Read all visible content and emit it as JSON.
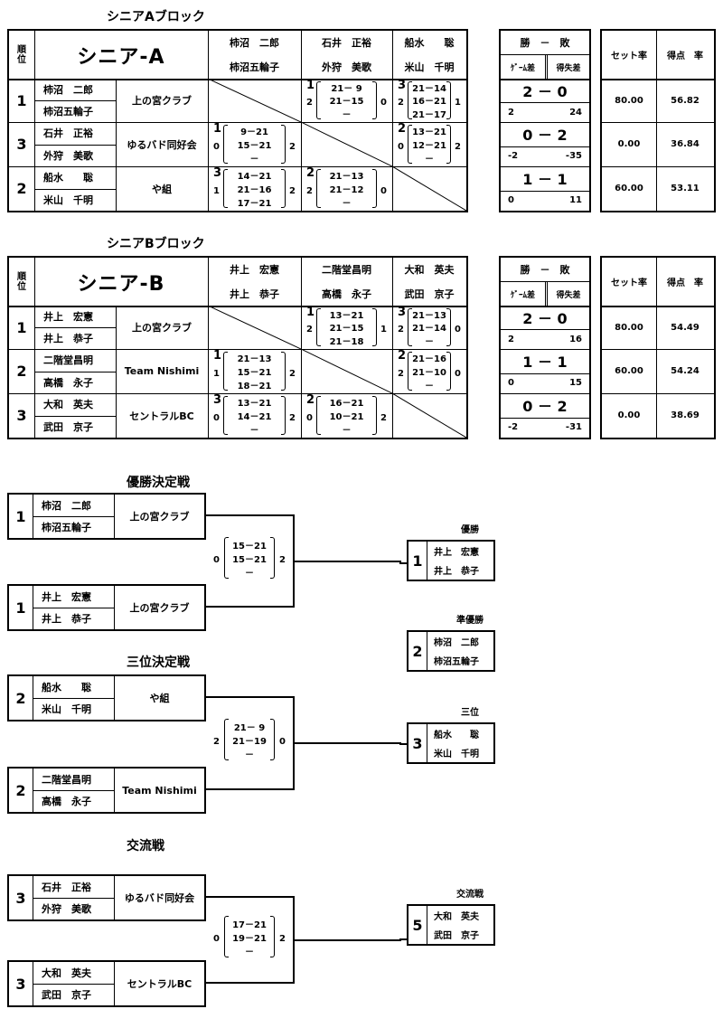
{
  "blockA": {
    "title": "シニアAブロック",
    "header_rank": "順位",
    "header_name": "シニア-A",
    "col_players": [
      [
        "柿沼　二郎",
        "柿沼五輪子"
      ],
      [
        "石井　正裕",
        "外狩　美歌"
      ],
      [
        "船水　　聡",
        "米山　千明"
      ]
    ],
    "rows": [
      {
        "rank": "1",
        "p1": "柿沼　二郎",
        "p2": "柿沼五輪子",
        "club": "上の宮クラブ",
        "cells": [
          null,
          {
            "big": "1",
            "left": "2",
            "right": "0",
            "scores": [
              "21－ 9",
              "21－15",
              "－"
            ]
          },
          {
            "big": "3",
            "left": "2",
            "right": "1",
            "scores": [
              "21－14",
              "16－21",
              "21－17"
            ]
          }
        ],
        "wl": "2 － 0",
        "diff1": "2",
        "diff2": "24",
        "set": "80.00",
        "pts": "56.82"
      },
      {
        "rank": "3",
        "p1": "石井　正裕",
        "p2": "外狩　美歌",
        "club": "ゆるバド同好会",
        "cells": [
          {
            "big": "1",
            "left": "0",
            "right": "2",
            "scores": [
              "9－21",
              "15－21",
              "－"
            ]
          },
          null,
          {
            "big": "2",
            "left": "0",
            "right": "2",
            "scores": [
              "13－21",
              "12－21",
              "－"
            ]
          }
        ],
        "wl": "0 － 2",
        "diff1": "-2",
        "diff2": "-35",
        "set": "0.00",
        "pts": "36.84"
      },
      {
        "rank": "2",
        "p1": "船水　　聡",
        "p2": "米山　千明",
        "club": "や組",
        "cells": [
          {
            "big": "3",
            "left": "1",
            "right": "2",
            "scores": [
              "14－21",
              "21－16",
              "17－21"
            ]
          },
          {
            "big": "2",
            "left": "2",
            "right": "0",
            "scores": [
              "21－13",
              "21－12",
              "－"
            ]
          },
          null
        ],
        "wl": "1 － 1",
        "diff1": "0",
        "diff2": "11",
        "set": "60.00",
        "pts": "53.11"
      }
    ]
  },
  "blockB": {
    "title": "シニアBブロック",
    "header_rank": "順位",
    "header_name": "シニア-B",
    "col_players": [
      [
        "井上　宏憲",
        "井上　恭子"
      ],
      [
        "二階堂昌明",
        "高橋　永子"
      ],
      [
        "大和　英夫",
        "武田　京子"
      ]
    ],
    "rows": [
      {
        "rank": "1",
        "p1": "井上　宏憲",
        "p2": "井上　恭子",
        "club": "上の宮クラブ",
        "cells": [
          null,
          {
            "big": "1",
            "left": "2",
            "right": "1",
            "scores": [
              "13－21",
              "21－15",
              "21－18"
            ]
          },
          {
            "big": "3",
            "left": "2",
            "right": "0",
            "scores": [
              "21－13",
              "21－14",
              "－"
            ]
          }
        ],
        "wl": "2 － 0",
        "diff1": "2",
        "diff2": "16",
        "set": "80.00",
        "pts": "54.49"
      },
      {
        "rank": "2",
        "p1": "二階堂昌明",
        "p2": "高橋　永子",
        "club": "Team  Nishimi",
        "cells": [
          {
            "big": "1",
            "left": "1",
            "right": "2",
            "scores": [
              "21－13",
              "15－21",
              "18－21"
            ]
          },
          null,
          {
            "big": "2",
            "left": "2",
            "right": "0",
            "scores": [
              "21－16",
              "21－10",
              "－"
            ]
          }
        ],
        "wl": "1 － 1",
        "diff1": "0",
        "diff2": "15",
        "set": "60.00",
        "pts": "54.24"
      },
      {
        "rank": "3",
        "p1": "大和　英夫",
        "p2": "武田　京子",
        "club": "セントラルBC",
        "cells": [
          {
            "big": "3",
            "left": "0",
            "right": "2",
            "scores": [
              "13－21",
              "14－21",
              "－"
            ]
          },
          {
            "big": "2",
            "left": "0",
            "right": "2",
            "scores": [
              "16－21",
              "10－21",
              "－"
            ]
          },
          null
        ],
        "wl": "0 － 2",
        "diff1": "-2",
        "diff2": "-31",
        "set": "0.00",
        "pts": "38.69"
      }
    ]
  },
  "stats_header": {
    "wl": "勝　－　敗",
    "gdiff": "ｹﾞｰﾑ差",
    "pdiff": "得失差",
    "set": "セット率",
    "pts": "得点　率"
  },
  "final": {
    "title": "優勝決定戦",
    "top": {
      "rank": "1",
      "p1": "柿沼　二郎",
      "p2": "柿沼五輪子",
      "club": "上の宮クラブ"
    },
    "bottom": {
      "rank": "1",
      "p1": "井上　宏憲",
      "p2": "井上　恭子",
      "club": "上の宮クラブ"
    },
    "score": {
      "left": "0",
      "right": "2",
      "scores": [
        "15－21",
        "15－21",
        "－"
      ]
    }
  },
  "third": {
    "title": "三位決定戦",
    "top": {
      "rank": "2",
      "p1": "船水　　聡",
      "p2": "米山　千明",
      "club": "や組"
    },
    "bottom": {
      "rank": "2",
      "p1": "二階堂昌明",
      "p2": "高橋　永子",
      "club": "Team  Nishimi"
    },
    "score": {
      "left": "2",
      "right": "0",
      "scores": [
        "21－ 9",
        "21－19",
        "－"
      ]
    }
  },
  "exchange": {
    "title": "交流戦",
    "top": {
      "rank": "3",
      "p1": "石井　正裕",
      "p2": "外狩　美歌",
      "club": "ゆるバド同好会"
    },
    "bottom": {
      "rank": "3",
      "p1": "大和　英夫",
      "p2": "武田　京子",
      "club": "セントラルBC"
    },
    "score": {
      "left": "0",
      "right": "2",
      "scores": [
        "17－21",
        "19－21",
        "－"
      ]
    }
  },
  "results": {
    "champion": {
      "label": "優勝",
      "rank": "1",
      "p1": "井上　宏憲",
      "p2": "井上　恭子"
    },
    "runnerup": {
      "label": "準優勝",
      "rank": "2",
      "p1": "柿沼　二郎",
      "p2": "柿沼五輪子"
    },
    "third": {
      "label": "三位",
      "rank": "3",
      "p1": "船水　　聡",
      "p2": "米山　千明"
    },
    "exchange": {
      "label": "交流戦",
      "rank": "5",
      "p1": "大和　英夫",
      "p2": "武田　京子"
    }
  }
}
